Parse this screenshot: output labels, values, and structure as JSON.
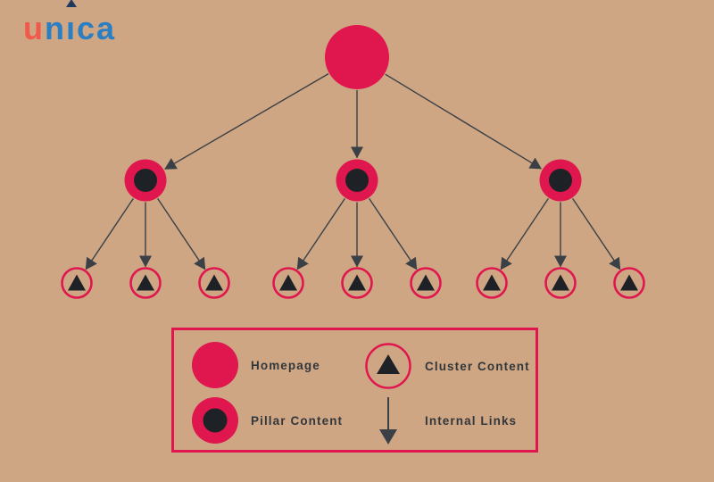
{
  "logo": {
    "text": "unica",
    "u": "u",
    "n": "n",
    "i_display": "ı",
    "c": "c",
    "a": "a"
  },
  "colors": {
    "background": "#CFA683",
    "crimson": "#E0164E",
    "node_dark": "#1E2126",
    "line_dark": "#3A4046",
    "text": "#32373C",
    "legend_border": "#E0164E",
    "logo_red": "#F1594A",
    "logo_blue": "#2B7EC2",
    "logo_arrow": "#1E3A5F"
  },
  "diagram": {
    "description": "Topic cluster model: homepage links to pillar pages, each pillar links to cluster content",
    "tree": {
      "type": "homepage",
      "children": [
        {
          "type": "pillar",
          "children": [
            {
              "type": "cluster"
            },
            {
              "type": "cluster"
            },
            {
              "type": "cluster"
            }
          ]
        },
        {
          "type": "pillar",
          "children": [
            {
              "type": "cluster"
            },
            {
              "type": "cluster"
            },
            {
              "type": "cluster"
            }
          ]
        },
        {
          "type": "pillar",
          "children": [
            {
              "type": "cluster"
            },
            {
              "type": "cluster"
            },
            {
              "type": "cluster"
            }
          ]
        }
      ]
    }
  },
  "legend": {
    "items": [
      {
        "id": "homepage",
        "marker": "filled-circle",
        "label": "Homepage"
      },
      {
        "id": "cluster-content",
        "marker": "ring-with-triangle",
        "label": "Cluster Content"
      },
      {
        "id": "pillar-content",
        "marker": "circle-with-dot",
        "label": "Pillar Content"
      },
      {
        "id": "internal-links",
        "marker": "down-arrow",
        "label": "Internal Links"
      }
    ]
  }
}
